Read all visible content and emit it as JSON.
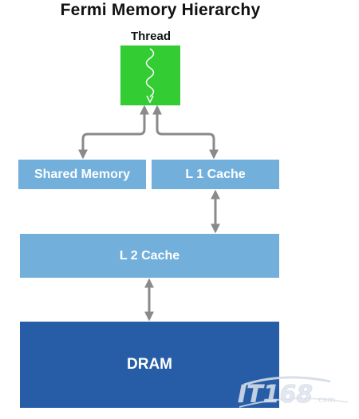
{
  "diagram": {
    "title": "Fermi Memory Hierarchy",
    "thread": {
      "label": "Thread",
      "color": "#33cc33",
      "icon": "wavy-arrow-icon"
    },
    "nodes": {
      "shared_memory": "Shared Memory",
      "l1_cache": "L 1 Cache",
      "l2_cache": "L 2 Cache",
      "dram": "DRAM"
    },
    "colors": {
      "cache": "#72b0db",
      "dram": "#265da6",
      "arrow": "#8a8a8a"
    },
    "connections": [
      {
        "from": "Thread",
        "to": "Shared Memory",
        "direction": "bidirectional"
      },
      {
        "from": "Thread",
        "to": "L 1 Cache",
        "direction": "bidirectional"
      },
      {
        "from": "L 1 Cache",
        "to": "L 2 Cache",
        "direction": "bidirectional"
      },
      {
        "from": "L 2 Cache",
        "to": "DRAM",
        "direction": "bidirectional"
      }
    ]
  },
  "watermark": {
    "logo": "it168-logo"
  }
}
